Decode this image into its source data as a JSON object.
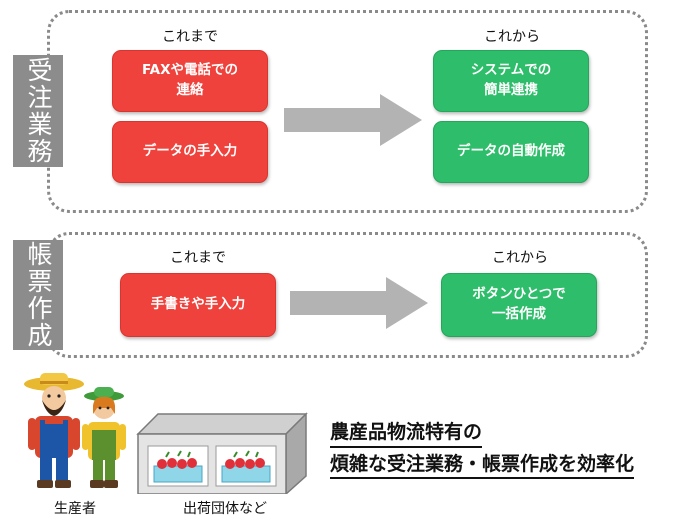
{
  "order_section": {
    "side_label": "受注業務",
    "before_heading": "これまで",
    "after_heading": "これから",
    "before_items": [
      "FAXや電話での\n連絡",
      "データの手入力"
    ],
    "after_items": [
      "システムでの\n簡単連携",
      "データの自動作成"
    ]
  },
  "form_section": {
    "side_label": "帳票作成",
    "before_heading": "これまで",
    "after_heading": "これから",
    "before_items": [
      "手書きや手入力"
    ],
    "after_items": [
      "ボタンひとつで\n一括作成"
    ]
  },
  "bottom": {
    "producers_caption": "生産者",
    "shipping_caption": "出荷団体など",
    "headline_line1": "農産品物流特有の",
    "headline_line2": "煩雑な受注業務・帳票作成を効率化"
  },
  "colors": {
    "before_box": "#f0423c",
    "after_box": "#2ebd6a",
    "arrow": "#b3b3b3",
    "side_label_bg": "#8c8c8c",
    "panel_border": "#8a8a8a"
  }
}
